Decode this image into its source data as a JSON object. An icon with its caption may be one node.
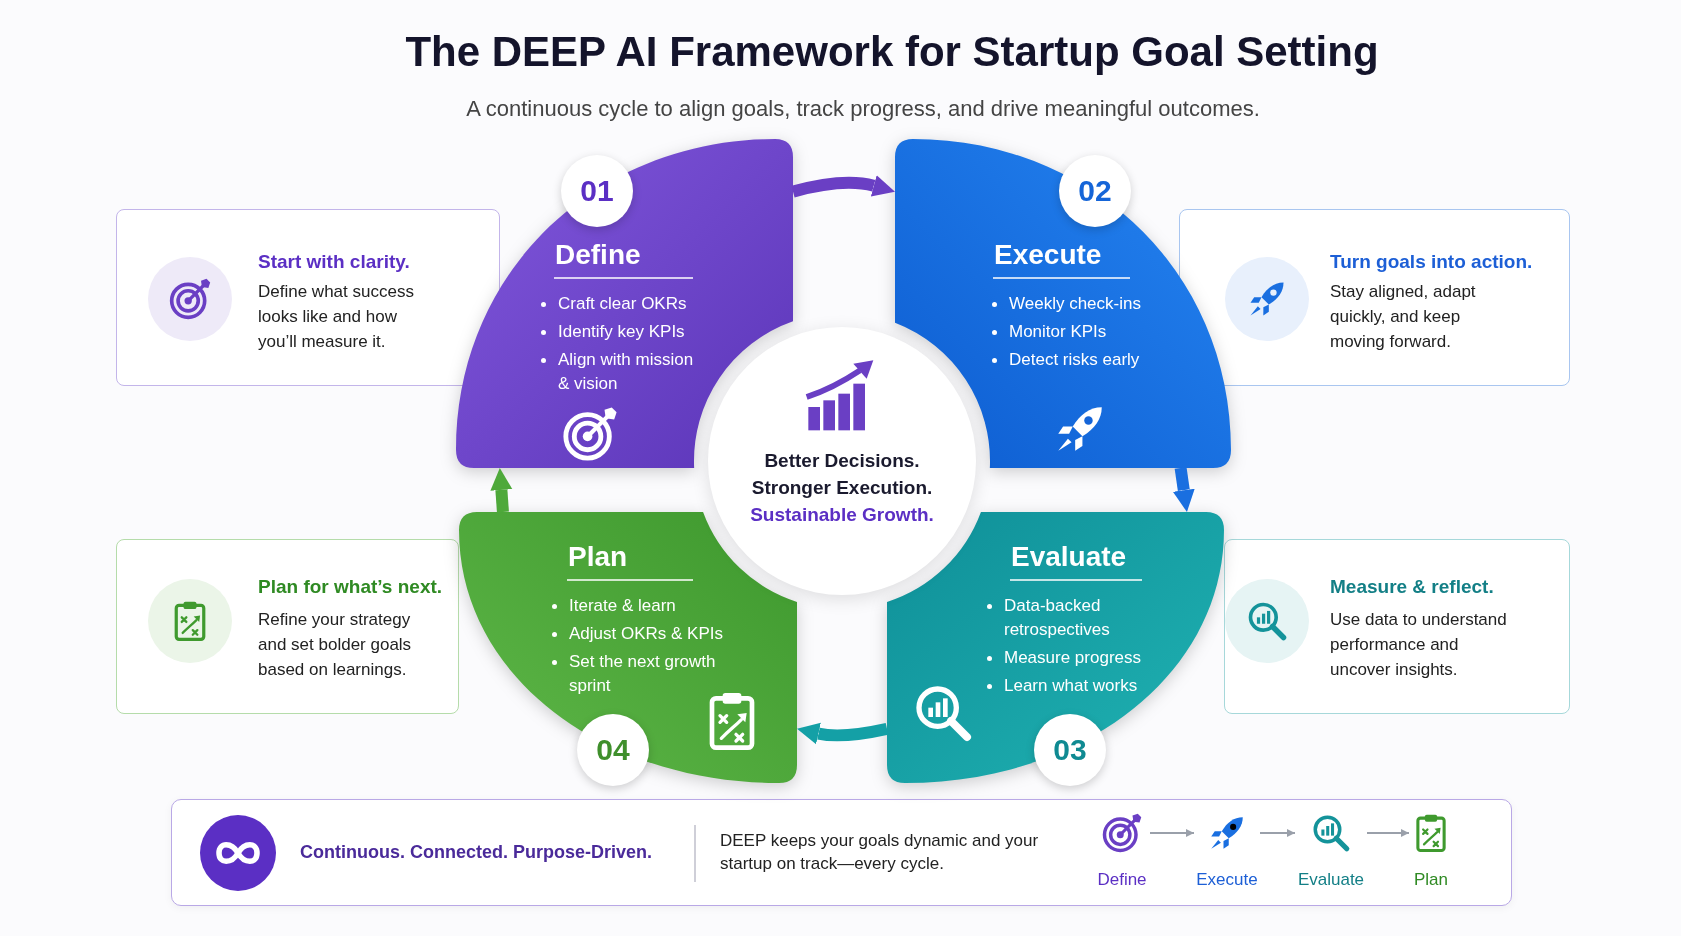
{
  "diagram": {
    "title": "The DEEP AI Framework for Startup Goal Setting",
    "nodes": [
      {
        "text": [
          "Define",
          "Craft clear OKRs",
          "Identify key KPIs",
          "Align with mission & vision"
        ]
      },
      {
        "text": [
          "01"
        ],
        "in": 0
      },
      {
        "text": [
          "Execute",
          "Weekly check-ins",
          "Monitor KPIs",
          "Detect risks early"
        ]
      },
      {
        "text": [
          "02"
        ],
        "in": 2
      },
      {
        "text": [
          "Plan",
          "Iterate & learn",
          "Adjust OKRs & KPIs",
          "Set the next growth sprint"
        ]
      },
      {
        "text": [
          "04"
        ],
        "in": 4
      },
      {
        "text": [
          "Evaluate",
          "Data-backed retrospectives",
          "Measure progress",
          "Learn what works"
        ]
      },
      {
        "text": [
          "03"
        ],
        "in": 6
      },
      {
        "text": [
          "Start with clarity.",
          "Define what success looks like and how you’ll measure it."
        ]
      },
      {
        "text": [
          "Turn goals into action.",
          "Stay aligned, adapt quickly, and keep moving forward."
        ]
      },
      {
        "text": [
          "Plan for what’s next.",
          "Refine your strategy and set bolder goals based on learnings."
        ]
      },
      {
        "text": [
          "Measure & reflect.",
          "Use data to understand performance and uncover insights."
        ]
      },
      {
        "text": [
          "Better Decisions.",
          "Stronger Execution.",
          "Sustainable Growth."
        ]
      },
      {
        "text": [
          "Continuous. Connected. Purpose-Driven.",
          "DEEP keeps your goals dynamic and your startup on track—every cycle."
        ]
      },
      {
        "text": [
          "Define"
        ],
        "in": 13
      },
      {
        "text": [
          "Execute"
        ],
        "in": 13
      },
      {
        "text": [
          "Evaluate"
        ],
        "in": 13
      },
      {
        "text": [
          "Plan"
        ],
        "in": 13
      }
    ],
    "edges": [
      {
        "from": 0,
        "to": 2,
        "arrow": "to",
        "color": "#6a3fc4"
      },
      {
        "from": 2,
        "to": 6,
        "arrow": "to",
        "color": "#1a6fe0"
      },
      {
        "from": 6,
        "to": 4,
        "arrow": "to",
        "color": "#14a0a6"
      },
      {
        "from": 4,
        "to": 0,
        "arrow": "to",
        "color": "#4ea93a"
      },
      {
        "from": 14,
        "to": 15,
        "arrow": "to"
      },
      {
        "from": 15,
        "to": 16,
        "arrow": "to"
      },
      {
        "from": 16,
        "to": 17,
        "arrow": "to"
      }
    ],
    "labels": [
      "A continuous cycle to align goals, track progress, and drive meaningful outcomes."
    ]
  }
}
